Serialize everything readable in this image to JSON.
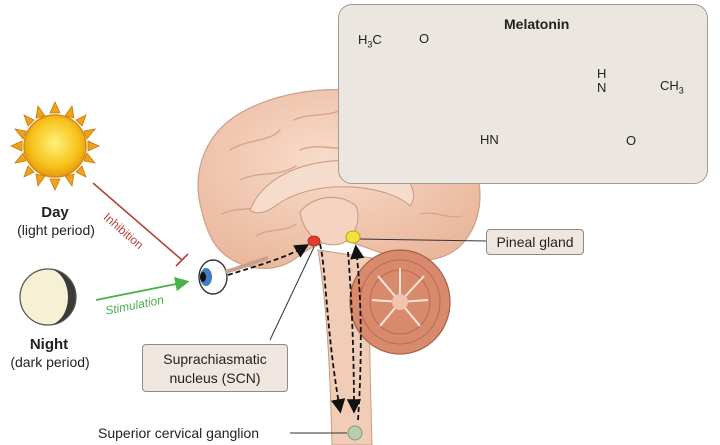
{
  "day": {
    "title": "Day",
    "subtitle": "(light period)"
  },
  "night": {
    "title": "Night",
    "subtitle": "(dark period)"
  },
  "arrows": {
    "inhibition": "Inhibition",
    "stimulation": "Stimulation"
  },
  "labels": {
    "pineal_gland": "Pineal gland",
    "scn_line1": "Suprachiasmatic",
    "scn_line2": "nucleus (SCN)",
    "ganglion": "Superior cervical ganglion"
  },
  "melatonin": {
    "title": "Melatonin",
    "methoxy_label": "H3C",
    "oxygen": "O",
    "amine": "HN",
    "nitrogen_h": "H",
    "nitrogen": "N",
    "methyl": "CH3",
    "carbonyl_o": "O"
  },
  "colors": {
    "inhibition": "#b2423a",
    "stimulation": "#4bb04b",
    "brain": "#f2c9b2",
    "cerebellum": "#d98a6d",
    "scn": "#e23b2e",
    "pineal": "#f2e23b",
    "box_fill": "#ece6e0"
  }
}
